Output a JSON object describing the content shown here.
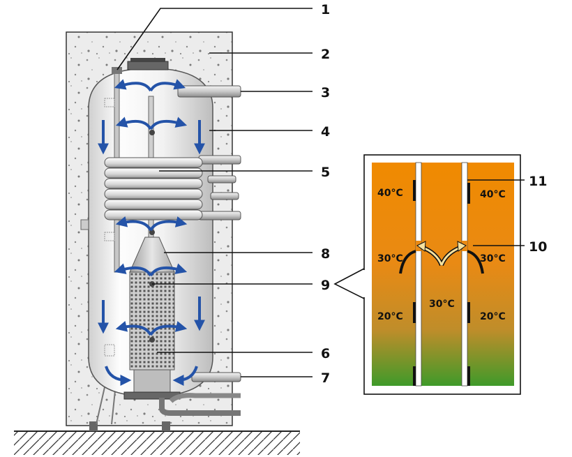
{
  "colors": {
    "insulation": "#ececec",
    "tank_light": "#fafafa",
    "tank_shade": "#b8b8b8",
    "arrow": "#2453a8",
    "inset_top": "#f08a00",
    "inset_bottom": "#3f9a2a",
    "leader": "#111111"
  },
  "callouts": [
    {
      "id": "1",
      "label": "1"
    },
    {
      "id": "2",
      "label": "2"
    },
    {
      "id": "3",
      "label": "3"
    },
    {
      "id": "4",
      "label": "4"
    },
    {
      "id": "5",
      "label": "5"
    },
    {
      "id": "8",
      "label": "8"
    },
    {
      "id": "9",
      "label": "9"
    },
    {
      "id": "6",
      "label": "6"
    },
    {
      "id": "7",
      "label": "7"
    },
    {
      "id": "11",
      "label": "11"
    },
    {
      "id": "10",
      "label": "10"
    }
  ],
  "inset": {
    "temperatures": {
      "left_top": "40°C",
      "right_top": "40°C",
      "left_mid": "30°C",
      "right_mid": "30°C",
      "center": "30°C",
      "left_low": "20°C",
      "right_low": "20°C"
    }
  },
  "icons": [
    "flow-arrow-icon",
    "heat-exchanger-coil-icon",
    "stratification-tube-icon",
    "ground-hatch-icon"
  ]
}
